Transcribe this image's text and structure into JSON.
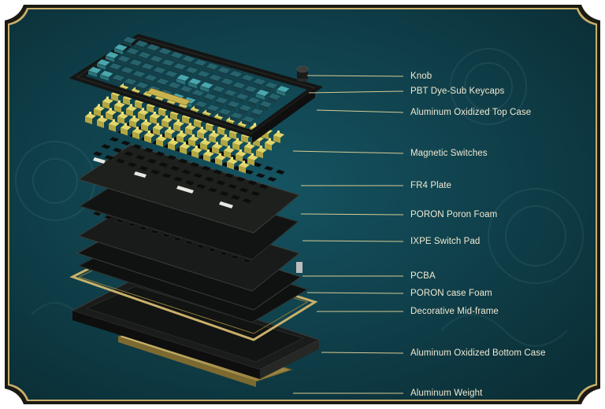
{
  "colors": {
    "background": "#0f3c46",
    "frame_border": "#1b1b14",
    "frame_gold": "#c9b06a",
    "leader_line": "#d8cb94",
    "label_text": "#f1ead3",
    "switch_yellow": "#d9cc5a",
    "keycap_teal": "#2f7a84",
    "layer_dark": "#151716",
    "brass": "#b9a052"
  },
  "layers": [
    {
      "id": "knob",
      "label": "Knob"
    },
    {
      "id": "keycaps",
      "label": "PBT Dye-Sub Keycaps"
    },
    {
      "id": "top-case",
      "label": "Aluminum Oxidized Top Case"
    },
    {
      "id": "switches",
      "label": "Magnetic Switches"
    },
    {
      "id": "plate",
      "label": "FR4 Plate"
    },
    {
      "id": "poron-foam",
      "label": "PORON Poron Foam"
    },
    {
      "id": "switch-pad",
      "label": "IXPE Switch Pad"
    },
    {
      "id": "pcba",
      "label": "PCBA"
    },
    {
      "id": "case-foam",
      "label": "PORON case Foam"
    },
    {
      "id": "mid-frame",
      "label": "Decorative Mid-frame"
    },
    {
      "id": "bottom-case",
      "label": "Aluminum Oxidized Bottom Case"
    },
    {
      "id": "weight",
      "label": "Aluminum Weight"
    }
  ]
}
